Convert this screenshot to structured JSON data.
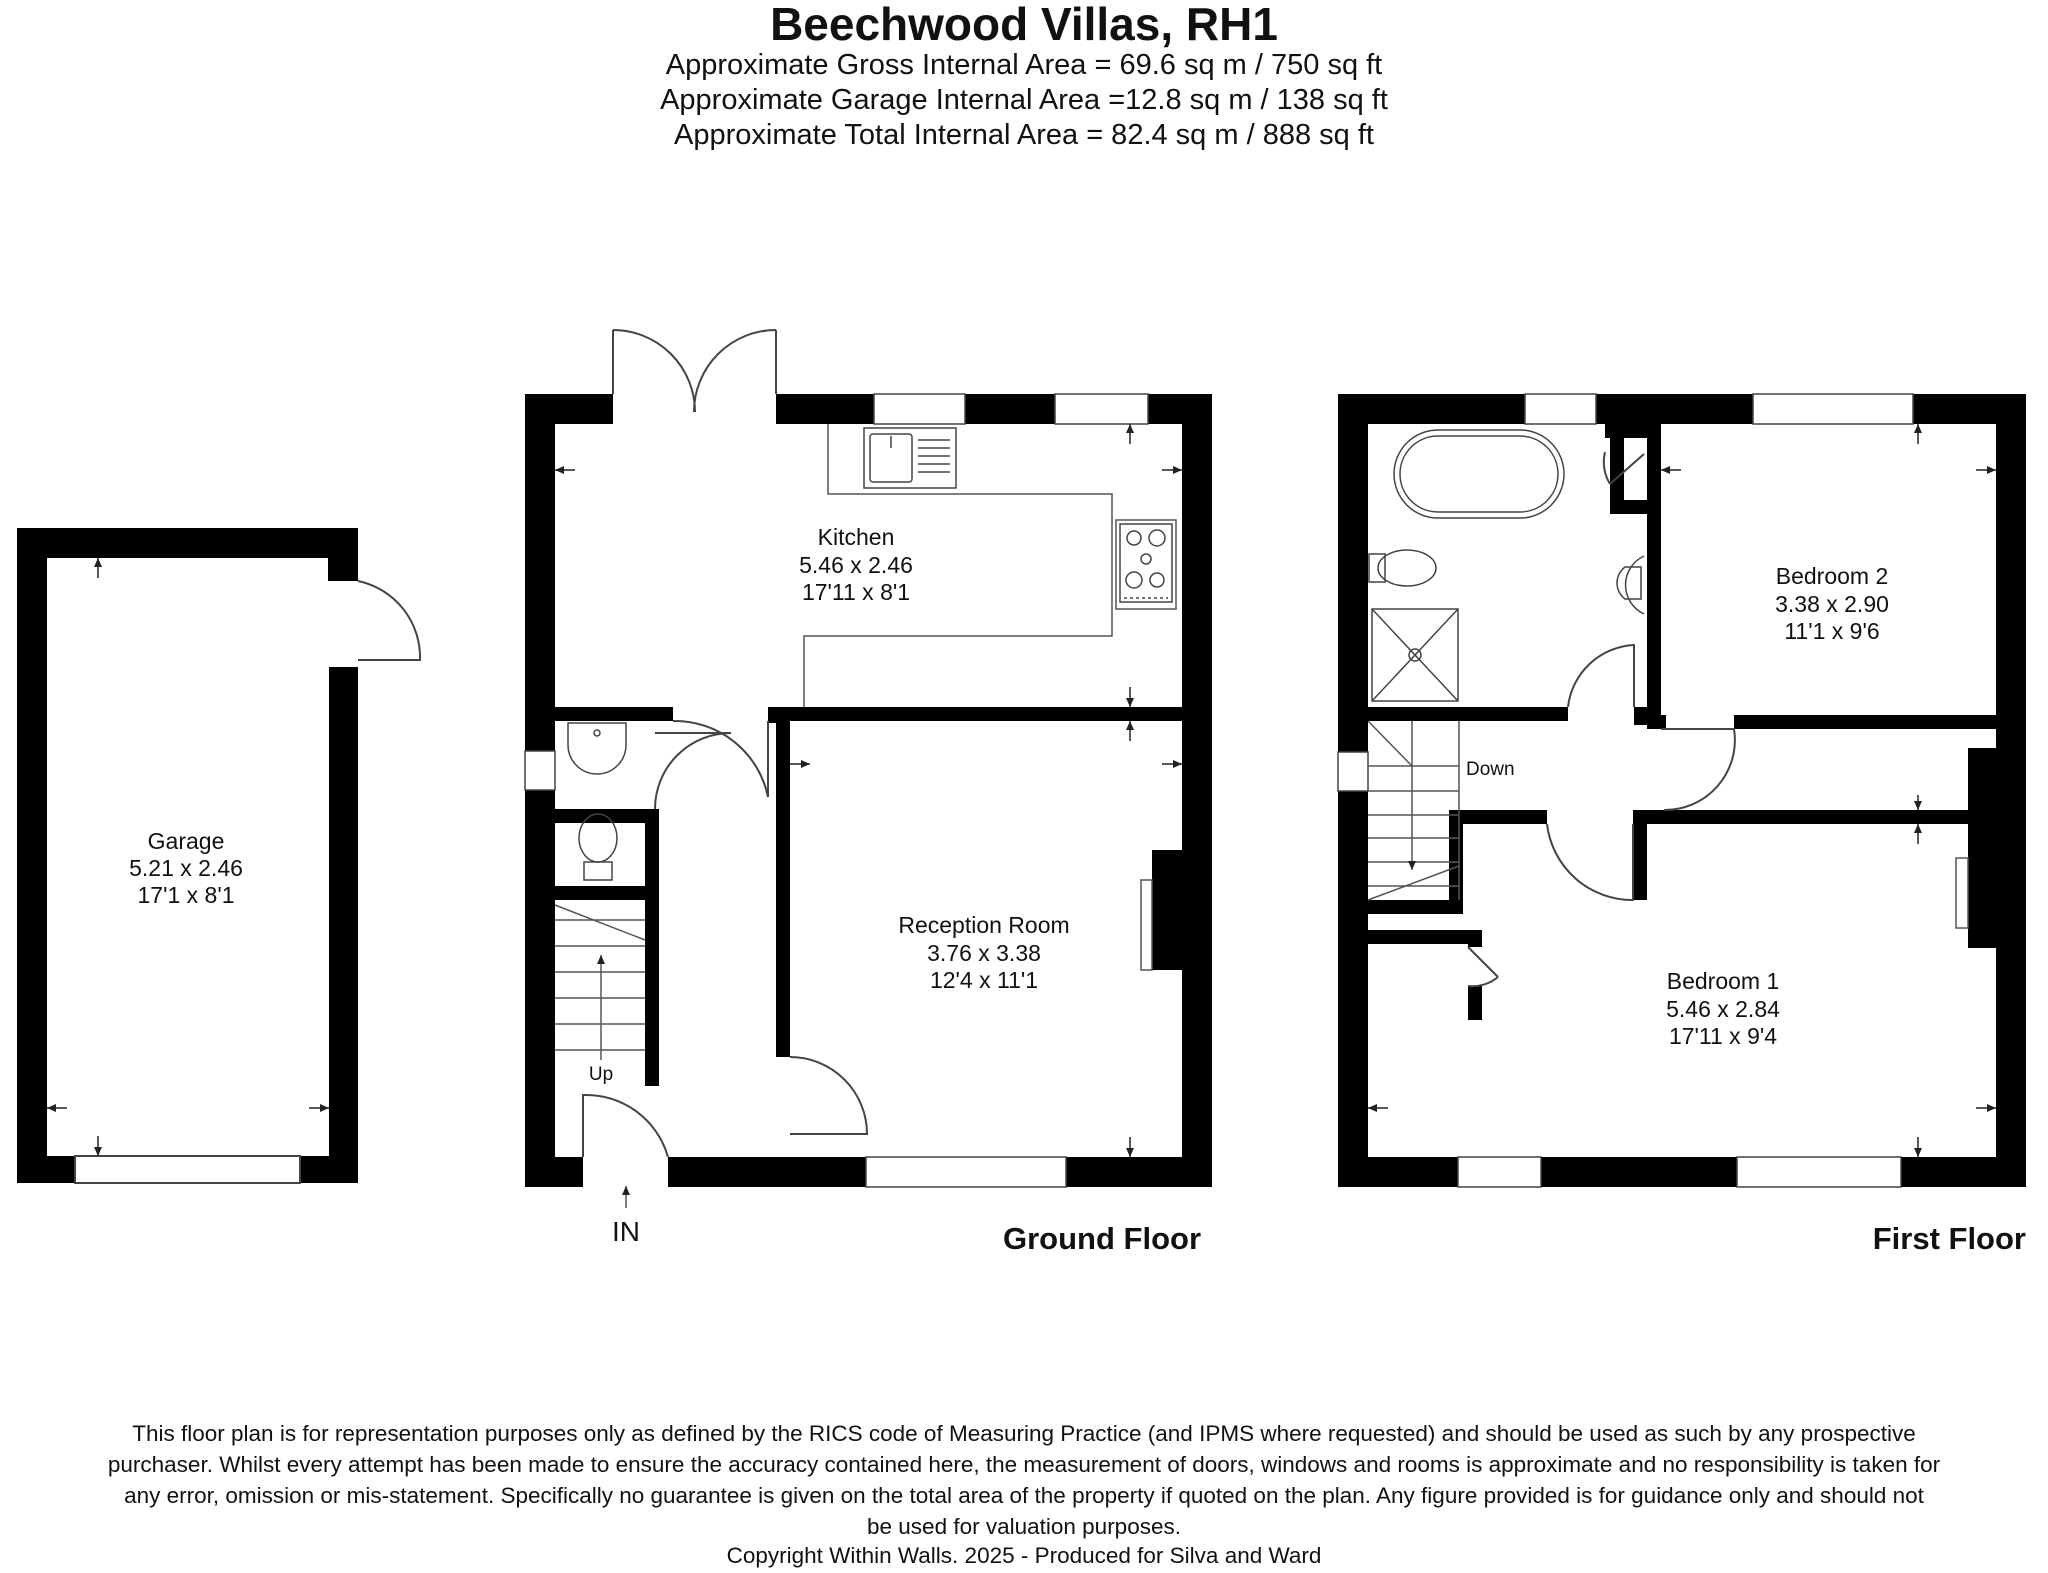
{
  "header": {
    "title": "Beechwood Villas, RH1",
    "gross_area": "Approximate Gross Internal Area = 69.6 sq m / 750 sq ft",
    "garage_area": "Approximate Garage Internal Area =12.8 sq m / 138 sq ft",
    "total_area": "Approximate Total Internal Area = 82.4 sq m / 888 sq ft"
  },
  "garage": {
    "name": "Garage",
    "metric": "5.21 x 2.46",
    "imperial": "17'1 x 8'1"
  },
  "ground_floor": {
    "label": "Ground Floor",
    "entrance": "IN",
    "stairs": "Up",
    "kitchen": {
      "name": "Kitchen",
      "metric": "5.46 x 2.46",
      "imperial": "17'11 x 8'1"
    },
    "reception": {
      "name": "Reception Room",
      "metric": "3.76 x 3.38",
      "imperial": "12'4 x 11'1"
    }
  },
  "first_floor": {
    "label": "First Floor",
    "stairs": "Down",
    "bedroom2": {
      "name": "Bedroom 2",
      "metric": "3.38 x 2.90",
      "imperial": "11'1 x 9'6"
    },
    "bedroom1": {
      "name": "Bedroom 1",
      "metric": "5.46 x 2.84",
      "imperial": "17'11 x 9'4"
    }
  },
  "disclaimer": [
    "This floor plan is for representation purposes only as defined by the RICS code of Measuring Practice (and IPMS where requested) and should be used as such by any prospective",
    "purchaser. Whilst every attempt has been made to ensure the accuracy contained here, the measurement of doors, windows and rooms is approximate and no responsibility is taken for",
    "any error, omission or mis-statement. Specifically no guarantee is given on the total area of the property if quoted on the plan. Any figure provided is for guidance only and should not",
    "be used for valuation purposes."
  ],
  "copyright": "Copyright Within Walls. 2025 - Produced for Silva and Ward",
  "colors": {
    "wall": "#000000",
    "line": "#333333",
    "background": "#ffffff"
  }
}
